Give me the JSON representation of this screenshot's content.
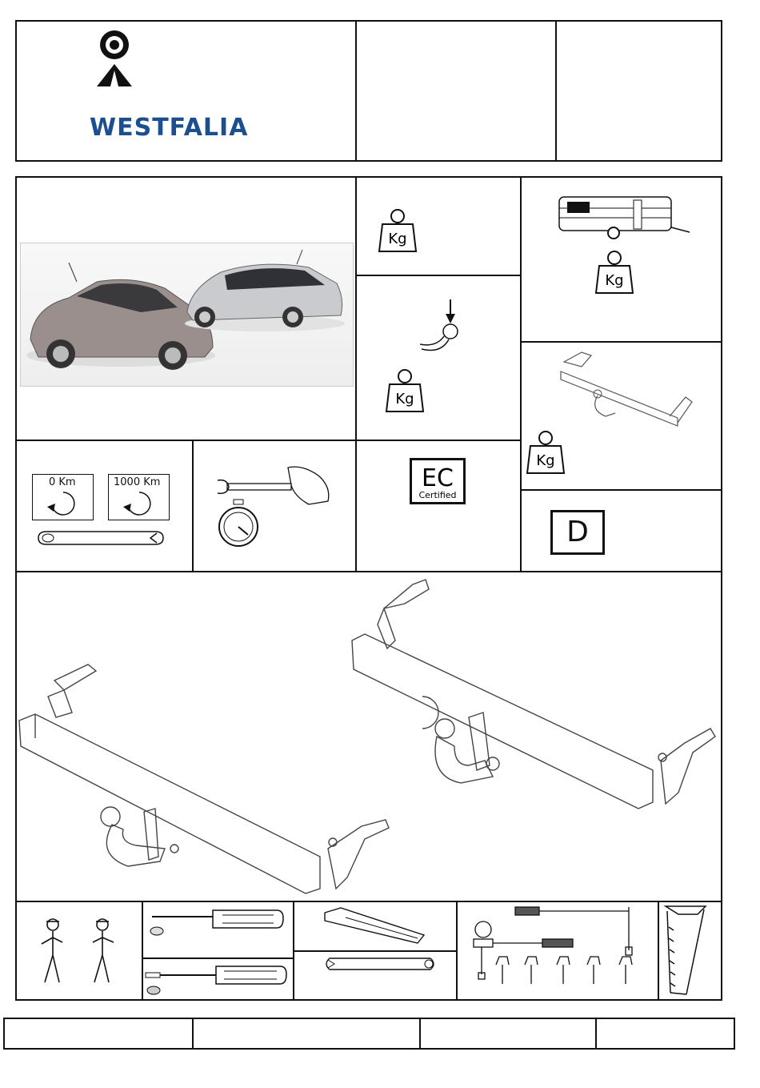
{
  "header": {
    "brand": "WESTFALIA"
  },
  "maintenance": {
    "km_initial": "0 Km",
    "km_check": "1000 Km"
  },
  "certification": {
    "ec_mark": "EC",
    "ec_caption": "Certified",
    "class_letter": "D"
  },
  "weights": {
    "unit_label": "Kg"
  },
  "icons": {
    "logo": "westfalia-emblem",
    "vehicle_photo": "hatchback-car-photo",
    "caravan": "caravan-icon",
    "weight": "weight-icon",
    "towball": "towball-icon",
    "towbar": "towbar-icon",
    "wrench": "wrench-icon",
    "torque": "torque-wrench-icon",
    "stopwatch": "stopwatch-icon",
    "installers": "two-installers-icon",
    "screwdriver": "screwdriver-icon",
    "file": "file-icon",
    "spanner": "spanner-icon",
    "torque_set": "torque-wrench-set-icon",
    "saw": "saw-icon"
  }
}
